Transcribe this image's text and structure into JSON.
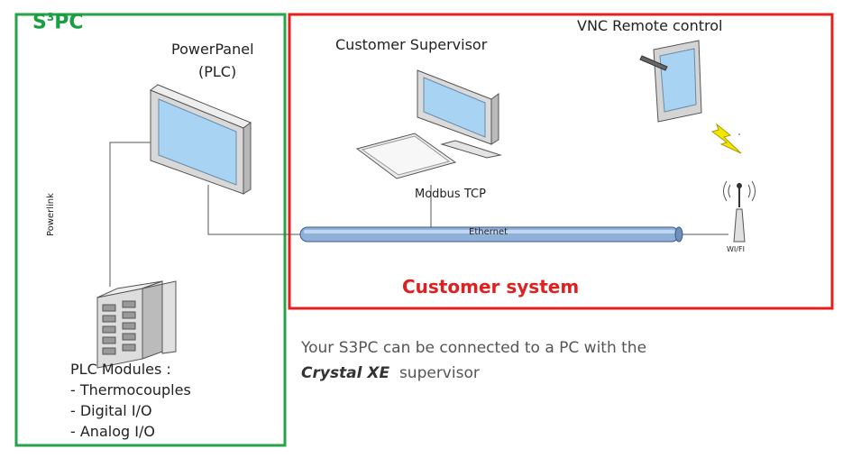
{
  "s3pc_title": {
    "prefix": "S",
    "sup": "3",
    "suffix": "PC"
  },
  "powerpanel": {
    "line1": "PowerPanel",
    "line2": "(PLC)"
  },
  "customer_supervisor": "Customer Supervisor",
  "vnc_remote": "VNC Remote control",
  "modbus": "Modbus TCP",
  "ethernet": "Ethernet",
  "wifi": "WI/FI",
  "customer_system": "Customer system",
  "powerlink": "Powerlink",
  "plc_modules": {
    "title": "PLC Modules :",
    "items": [
      "- Thermocouples",
      "- Digital I/O",
      "- Analog I/O"
    ]
  },
  "note": {
    "line1": "Your S3PC can be connected to a PC with the",
    "product": "Crystal XE",
    "line2_suffix": "supervisor"
  },
  "colors": {
    "s3pc_box": "#27a348",
    "customer_box": "#e61e1e",
    "cable": "#7f9fc9"
  },
  "icons": [
    "panel-pc-icon",
    "desktop-computer-icon",
    "tablet-icon",
    "lightning-icon",
    "wifi-antenna-icon",
    "server-rack-icon"
  ]
}
